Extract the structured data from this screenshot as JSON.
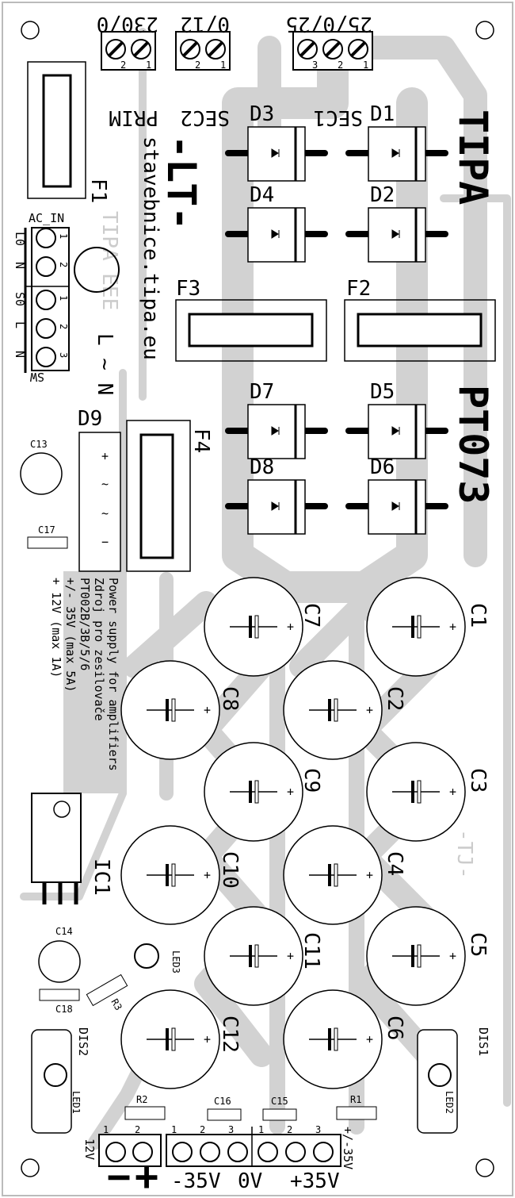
{
  "board": {
    "brand": "TIPA",
    "model": "PT073",
    "author_mark": "-LT-",
    "author_mark2": "-TJ-",
    "website": "stavebnice.tipa.eu",
    "ghost_text": "TIPA EEE",
    "description": [
      "Power supply for amplifiers",
      "Zdroj pro zesilovače",
      "PT002B/3B/5/6",
      "+/- 35V (max 5A)",
      "+ 12V (max 1A)"
    ],
    "colors": {
      "silk": "#000000",
      "copper": "#d2d2d2",
      "board": "#ffffff"
    }
  },
  "connectors": {
    "prim": {
      "value": "230/0",
      "name": "PRIM",
      "pins": [
        "2",
        "1"
      ]
    },
    "sec2": {
      "value": "0/12",
      "name": "SEC2",
      "pins": [
        "2",
        "1"
      ]
    },
    "sec1": {
      "value": "25/0/25",
      "name": "SEC1",
      "pins": [
        "3",
        "2",
        "1"
      ]
    },
    "ac_in": {
      "name": "AC_IN",
      "pins": [
        "1",
        "2"
      ],
      "labels": [
        "L0",
        "N"
      ]
    },
    "sw": {
      "name": "SW",
      "pins": [
        "1",
        "2",
        "3"
      ],
      "labels": [
        "S0",
        "L",
        "N"
      ],
      "mark": "L ~ N"
    },
    "out12": {
      "name": "12V",
      "pins": [
        "1",
        "2"
      ],
      "signs": [
        "−",
        "+"
      ]
    },
    "out35": {
      "name": "+/-35V",
      "pins": [
        "1",
        "2",
        "3",
        "1",
        "2",
        "3"
      ],
      "labels": [
        "-35V",
        "0V",
        "+35V"
      ]
    }
  },
  "fuses": [
    "F1",
    "F2",
    "F3",
    "F4"
  ],
  "diodes": [
    "D1",
    "D2",
    "D3",
    "D4",
    "D5",
    "D6",
    "D7",
    "D8"
  ],
  "bridge": {
    "name": "D9",
    "pins": [
      "+",
      "~",
      "~",
      "−"
    ]
  },
  "capacitors": [
    "C1",
    "C2",
    "C3",
    "C4",
    "C5",
    "C6",
    "C7",
    "C8",
    "C9",
    "C10",
    "C11",
    "C12"
  ],
  "small_caps": [
    "C13",
    "C14",
    "C15",
    "C16",
    "C17",
    "C18"
  ],
  "regulator": "IC1",
  "resistors": [
    "R1",
    "R2",
    "R3"
  ],
  "leds": [
    "LED1",
    "LED2",
    "LED3"
  ],
  "displays": [
    "DIS1",
    "DIS2"
  ]
}
